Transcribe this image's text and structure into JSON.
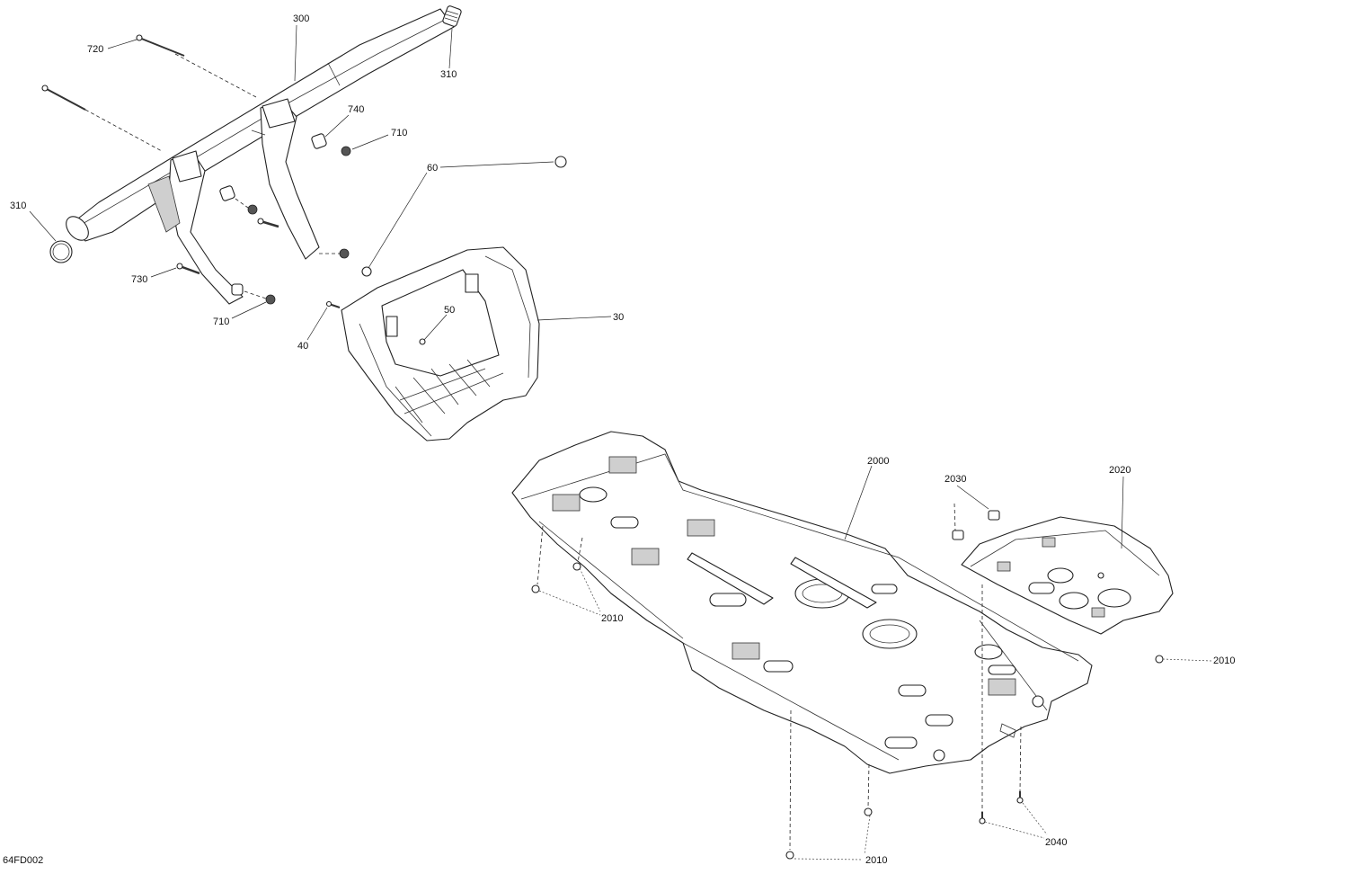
{
  "drawing_id": "64FD002",
  "callouts": {
    "c300": "300",
    "c720": "720",
    "c310_top": "310",
    "c740": "740",
    "c710_top": "710",
    "c60": "60",
    "c310_left": "310",
    "c730": "730",
    "c710_bottom": "710",
    "c50": "50",
    "c30": "30",
    "c40": "40",
    "c2000": "2000",
    "c2030": "2030",
    "c2020": "2020",
    "c2010_left": "2010",
    "c2010_right": "2010",
    "c2010_bottom": "2010",
    "c2040": "2040"
  }
}
